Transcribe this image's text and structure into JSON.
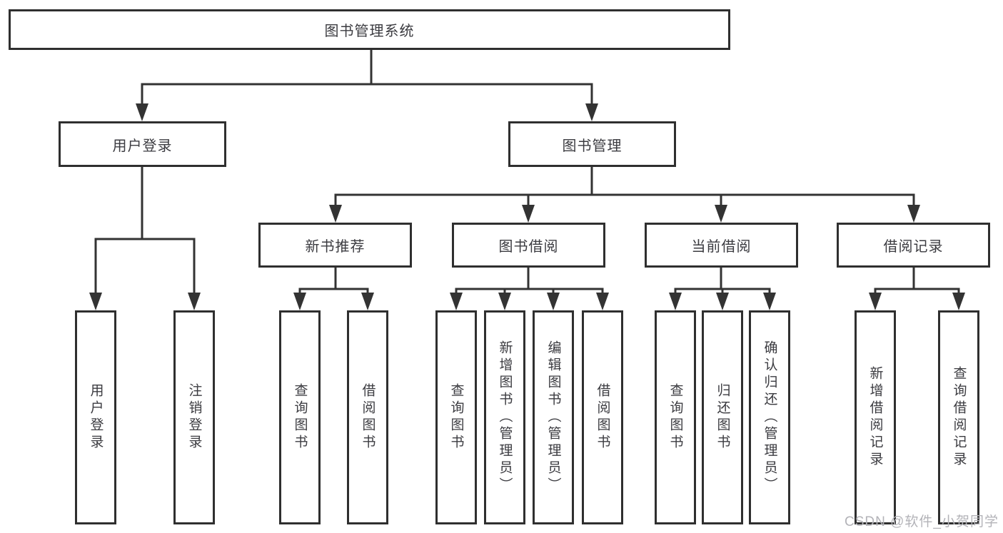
{
  "root": {
    "label": "图书管理系统"
  },
  "level2": {
    "user_login": "用户登录",
    "book_management": "图书管理"
  },
  "level3": {
    "new_book_recommend": "新书推荐",
    "book_borrow": "图书借阅",
    "current_borrow": "当前借阅",
    "borrow_records": "借阅记录"
  },
  "leaves": {
    "user_login": "用户登录",
    "logout": "注销登录",
    "recommend_query_books": "查询图书",
    "recommend_borrow_books": "借阅图书",
    "borrow_query_books": "查询图书",
    "borrow_add_book_admin": "新增图书（管理员）",
    "borrow_edit_book_admin": "编辑图书（管理员）",
    "borrow_borrow_books": "借阅图书",
    "current_query_books": "查询图书",
    "current_return_books": "归还图书",
    "current_confirm_return_admin": "确认归还（管理员）",
    "records_add_record": "新增借阅记录",
    "records_query_record": "查询借阅记录"
  },
  "watermark": "CSDN @软件_小贺同学",
  "colors": {
    "line": "#333333",
    "box_border": "#2f2f2f",
    "text": "#3b3b40",
    "watermark": "#b3b3b8",
    "background": "#ffffff"
  }
}
